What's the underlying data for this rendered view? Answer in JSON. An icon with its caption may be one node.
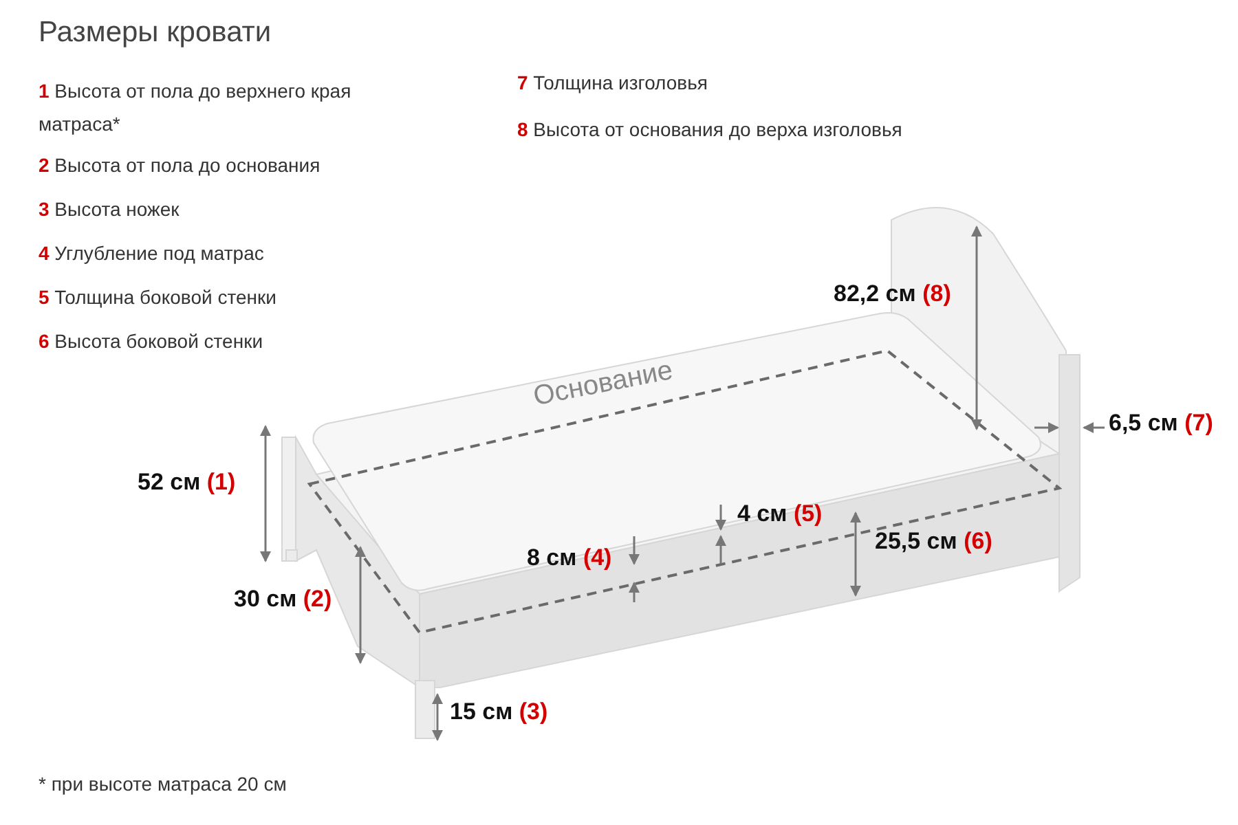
{
  "diagram": {
    "title": "Размеры кровати",
    "labels": [
      "1 Высота от пола до верхнего края матраса*",
      "2 Высота от пола до основания",
      "3 Высота ножек",
      "4 Углубление под матрас",
      "5 Толщина боковой стенки",
      "6 Высота боковой стенки",
      "7 Толщина изголовья",
      "8 Высота от основания до верха изголовья",
      "Основание",
      "82,2 см (8)",
      "6,5 см (7)",
      "52 см (1)",
      "4 см (5)",
      "25,5 см (6)",
      "8 см (4)",
      "30 см (2)",
      "15 см (3)",
      "* при высоте матраса 20 см"
    ]
  }
}
